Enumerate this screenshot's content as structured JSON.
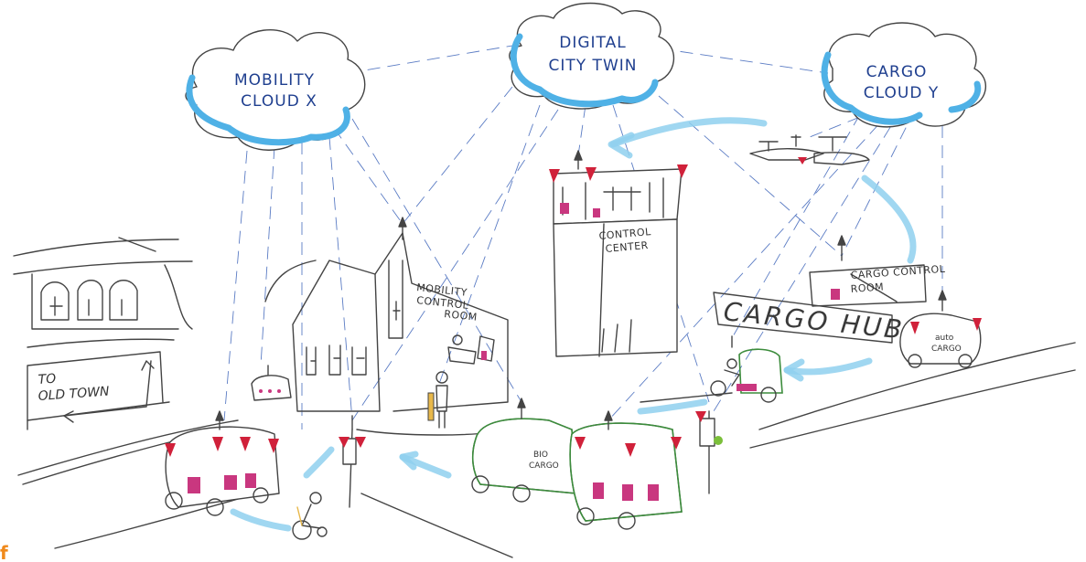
{
  "clouds": [
    {
      "id": "mobility",
      "line1": "MOBILITY",
      "line2": "CLOUD X"
    },
    {
      "id": "digital",
      "line1": "DIGITAL",
      "line2": "CITY TWIN"
    },
    {
      "id": "cargo",
      "line1": "CARGO",
      "line2": "CLOUD Y"
    }
  ],
  "buildings": {
    "control_center": {
      "line1": "CONTROL",
      "line2": "CENTER"
    },
    "mobility_control_room": {
      "line1": "MOBILITY",
      "line2": "CONTROL",
      "line3": "ROOM"
    },
    "cargo_control_room": {
      "line1": "CARGO CONTROL",
      "line2": "ROOM"
    },
    "cargo_hub": "CARGO HUB"
  },
  "sign": {
    "line1": "TO",
    "line2": "OLD TOWN"
  },
  "vehicles": {
    "bio_cargo": {
      "line1": "BIO",
      "line2": "CARGO"
    },
    "auto_cargo": {
      "line1": "auto",
      "line2": "CARGO"
    }
  },
  "corner_mark": "f",
  "colors": {
    "cloud": "#4fb1e6",
    "link": "#5b7cc4",
    "flow": "#8fd0ee",
    "accent": "#d0213a",
    "corner": "#f08a1c"
  }
}
